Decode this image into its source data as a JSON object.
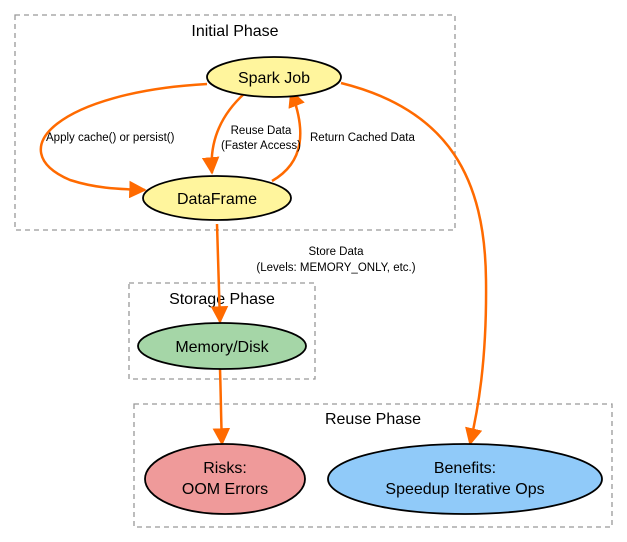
{
  "clusters": {
    "initial": "Initial Phase",
    "storage": "Storage Phase",
    "reuse": "Reuse Phase"
  },
  "nodes": {
    "spark_job": "Spark Job",
    "dataframe": "DataFrame",
    "memory_disk": "Memory/Disk",
    "risks": [
      "Risks:",
      "OOM Errors"
    ],
    "benefits": [
      "Benefits:",
      "Speedup Iterative Ops"
    ]
  },
  "edges": {
    "apply_cache": "Apply cache() or persist()",
    "reuse_data": [
      "Reuse Data",
      "(Faster Access)"
    ],
    "return_cached": "Return Cached Data",
    "store_data": [
      "Store Data",
      "(Levels: MEMORY_ONLY, etc.)"
    ]
  },
  "colors": {
    "edge": "#ff6a00",
    "cluster_border": "#999999",
    "spark_job_fill": "#fff59d",
    "dataframe_fill": "#fff59d",
    "memory_fill": "#a5d6a7",
    "risks_fill": "#ef9a9a",
    "benefits_fill": "#90caf9"
  }
}
